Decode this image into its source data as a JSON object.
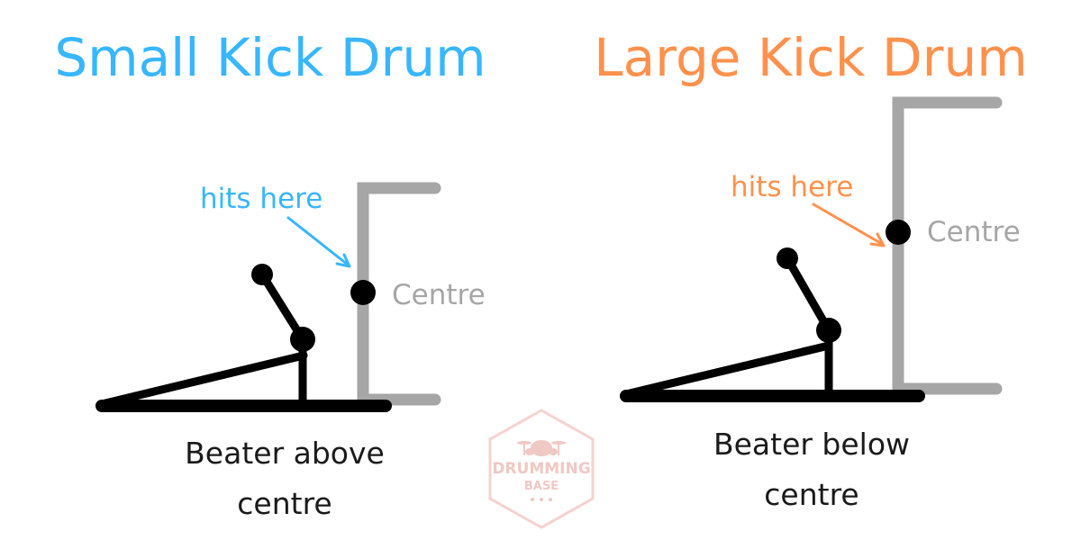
{
  "left": {
    "title": "Small Kick Drum",
    "hit_label": "hits here",
    "centre_label": "Centre",
    "caption_line1": "Beater above",
    "caption_line2": "centre",
    "accent_color": "#38b6ff"
  },
  "right": {
    "title": "Large Kick Drum",
    "hit_label": "hits here",
    "centre_label": "Centre",
    "caption_line1": "Beater below",
    "caption_line2": "centre",
    "accent_color": "#ff914d"
  },
  "colors": {
    "drum_shell": "#a6a6a6",
    "pedal": "#000000",
    "centre_text": "#a6a6a6",
    "caption": "#1a1a1a"
  },
  "watermark": {
    "line1": "DRUMMING",
    "line2": "BASE",
    "icon": "drum-kit-icon"
  }
}
